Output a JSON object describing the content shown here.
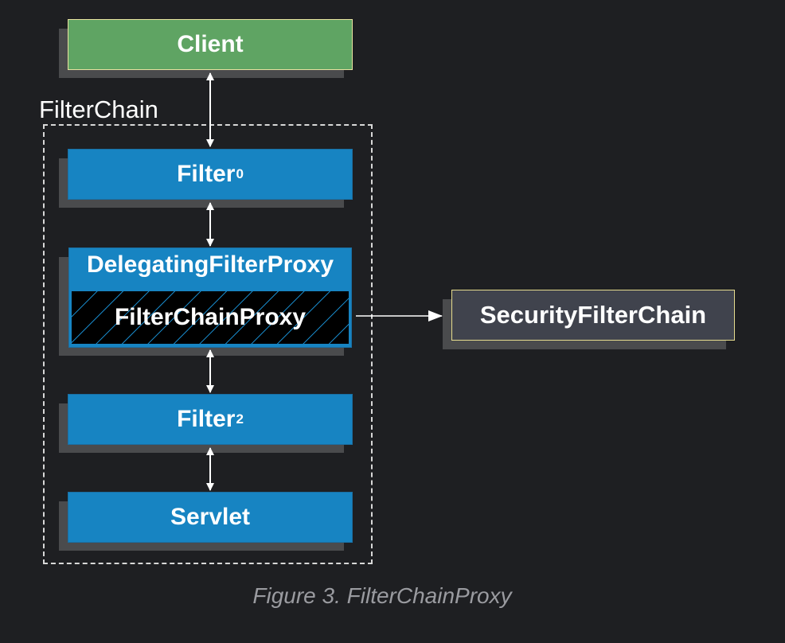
{
  "diagram": {
    "client": "Client",
    "group_label": "FilterChain",
    "filter0": {
      "name": "Filter",
      "sub": "0"
    },
    "delegating_proxy": "DelegatingFilterProxy",
    "filter_chain_proxy": "FilterChainProxy",
    "filter2": {
      "name": "Filter",
      "sub": "2"
    },
    "servlet": "Servlet",
    "security_filter_chain": "SecurityFilterChain"
  },
  "caption": "Figure 3. FilterChainProxy",
  "colors": {
    "background": "#1e1f22",
    "client_fill": "#5fa463",
    "filter_fill": "#1784c2",
    "security_fill": "#40434d",
    "highlight_border": "#e6dc8e"
  }
}
